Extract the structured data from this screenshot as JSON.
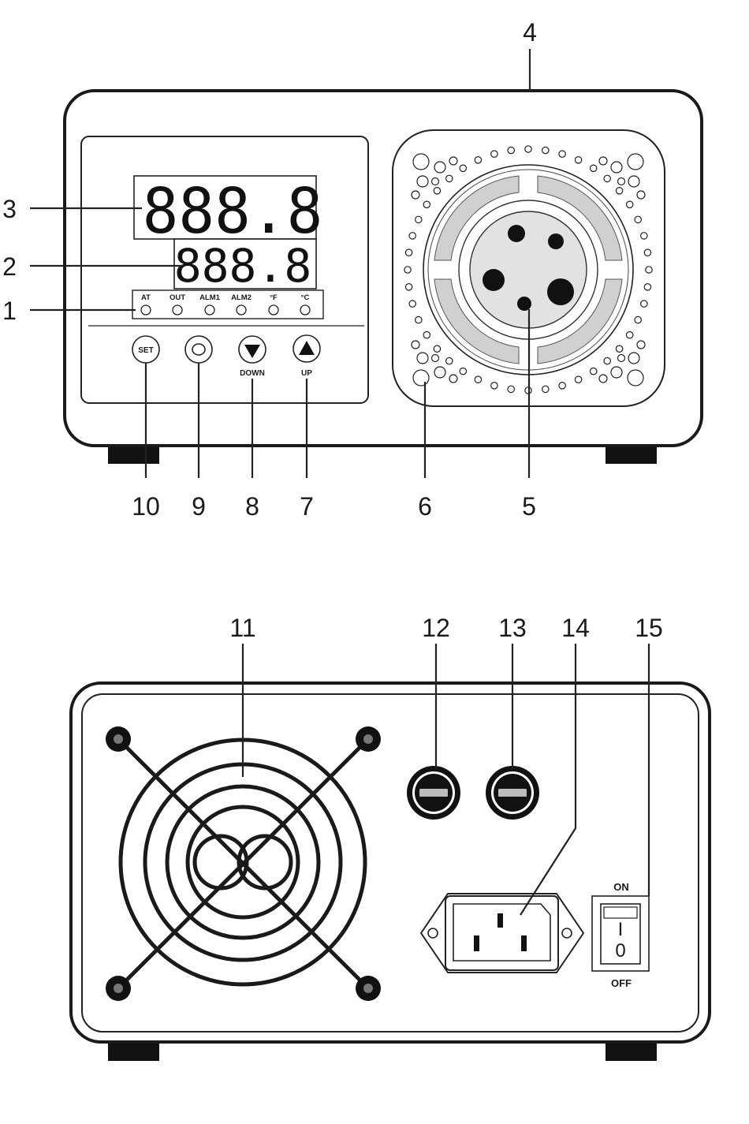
{
  "display": {
    "pv_digits": "888.8",
    "sv_digits": "888.8"
  },
  "leds": [
    {
      "label": "AT"
    },
    {
      "label": "OUT"
    },
    {
      "label": "ALM1"
    },
    {
      "label": "ALM2"
    },
    {
      "label": "°F"
    },
    {
      "label": "°C"
    }
  ],
  "buttons": {
    "set": "SET",
    "down": "DOWN",
    "up": "UP"
  },
  "rear": {
    "switch_on": "ON",
    "switch_off": "OFF",
    "switch_i": "I",
    "switch_o": "0"
  },
  "callouts": {
    "c1": "1",
    "c2": "2",
    "c3": "3",
    "c4": "4",
    "c5": "5",
    "c6": "6",
    "c7": "7",
    "c8": "8",
    "c9": "9",
    "c10": "10",
    "c11": "11",
    "c12": "12",
    "c13": "13",
    "c14": "14",
    "c15": "15"
  },
  "colors": {
    "line": "#222222",
    "ring_fill": "#d0d0d0",
    "socket_fill": "#e2e2e2"
  }
}
